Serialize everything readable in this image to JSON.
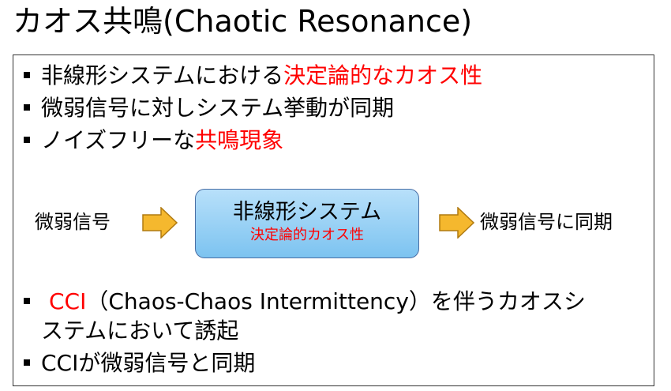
{
  "title": "カオス共鳴(Chaotic Resonance)",
  "bullets_top": [
    {
      "text": "非線形システムにおける",
      "highlight": "決定論的なカオス性"
    },
    {
      "text": "微弱信号に対しシステム挙動が同期",
      "highlight": ""
    },
    {
      "text": "ノイズフリーな",
      "highlight": "共鳴現象"
    }
  ],
  "diagram": {
    "input_label": "微弱信号",
    "box_title": "非線形システム",
    "box_subtitle": "決定論的カオス性",
    "output_label": "微弱信号に同期"
  },
  "bullets_bottom": [
    {
      "highlight": "CCI",
      "text_line1": "（Chaos-Chaos Intermittency）を伴うカオスシ",
      "text_line2": "ステムにおいて誘起"
    },
    {
      "text": "CCIが微弱信号と同期"
    }
  ],
  "colors": {
    "highlight": "#ff0000",
    "arrow_fill": "#f5b82e",
    "box_fill": "#8ccbf3"
  }
}
